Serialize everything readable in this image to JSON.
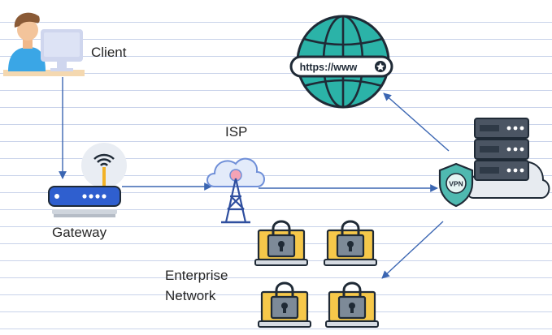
{
  "labels": {
    "client": "Client",
    "isp": "ISP",
    "gateway": "Gateway",
    "enterprise_line1": "Enterprise",
    "enterprise_line2": "Network"
  },
  "url_bar": {
    "text": "https://www"
  },
  "vpn_badge": {
    "text": "VPN"
  },
  "icons": {
    "client": "person-at-computer-icon",
    "gateway": "wifi-router-icon",
    "isp": "cloud-antenna-tower-icon",
    "internet": "globe-icon",
    "vpn_server": "server-stack-icon",
    "vpn_shield": "vpn-shield-icon",
    "enterprise": "locked-laptop-icon"
  },
  "colors": {
    "line": "#3b66b2",
    "globe": "#2bb3a8",
    "outline": "#1f2a36",
    "shield": "#4fb9b0",
    "router": "#2f5fcf",
    "laptop": "#f6c84a",
    "lock": "#7d8a98"
  }
}
